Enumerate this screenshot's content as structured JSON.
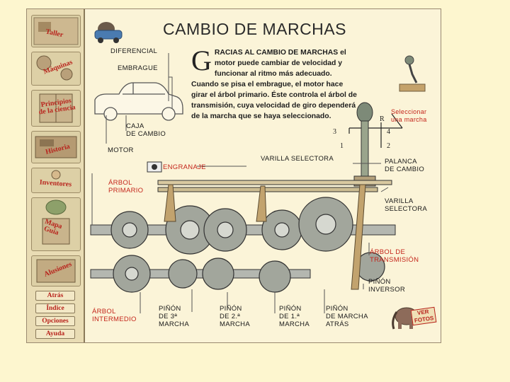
{
  "page": {
    "title": "CAMBIO DE MARCHAS",
    "intro_dropcap": "G",
    "intro_text": "RACIAS AL CAMBIO DE MARCHAS el motor puede cambiar de velocidad y funcionar al ritmo más adecuado. Cuando se pisa el embrague, el motor hace girar el árbol primario. Éste controla el árbol de transmisión, cuya velocidad de giro dependerá de la marcha que se haya seleccionado."
  },
  "sidebar": {
    "items": [
      {
        "label": "Taller"
      },
      {
        "label": "Máquinas"
      },
      {
        "label": "Principios\nde la ciencia"
      },
      {
        "label": "Historia"
      },
      {
        "label": "Inventores"
      },
      {
        "label": "Mapa\nGuía"
      },
      {
        "label": "Alusiones"
      }
    ],
    "buttons": [
      {
        "label": "Atrás"
      },
      {
        "label": "Índice"
      },
      {
        "label": "Opciones"
      },
      {
        "label": "Ayuda"
      }
    ]
  },
  "labels": {
    "diferencial": "DIFERENCIAL",
    "embrague": "EMBRAGUE",
    "caja_de_cambio": "CAJA\nDE CAMBIO",
    "motor": "MOTOR",
    "engranaje": "ENGRANAJE",
    "varilla_selectora_top": "VARILLA SELECTORA",
    "palanca_de_cambio": "PALANCA\nDE CAMBIO",
    "varilla_selectora_right": "VARILLA\nSELECTORA",
    "arbol_primario": "ÁRBOL\nPRIMARIO",
    "arbol_de_transmision": "ÁRBOL DE\nTRANSMISIÓN",
    "pinon_inversor": "PIÑÓN\nINVERSOR",
    "arbol_intermedio": "ÁRBOL\nINTERMEDIO",
    "pinon_3": "PIÑÓN\nDE 3ª\nMARCHA",
    "pinon_2": "PIÑÓN\nDE 2.ª\nMARCHA",
    "pinon_1": "PIÑÓN\nDE 1.ª\nMARCHA",
    "pinon_atras": "PIÑÓN\nDE MARCHA\nATRÁS",
    "seleccionar_marcha": "Seleccionar\nuna marcha",
    "ver_fotos": "VER\nFOTOS",
    "gear_numbers": [
      "R",
      "3",
      "4",
      "1",
      "2"
    ]
  },
  "colors": {
    "accent_red": "#c4251b",
    "background": "#fdf6cf",
    "frame": "#fbf4d8",
    "sidebar": "#e9dcb4"
  }
}
